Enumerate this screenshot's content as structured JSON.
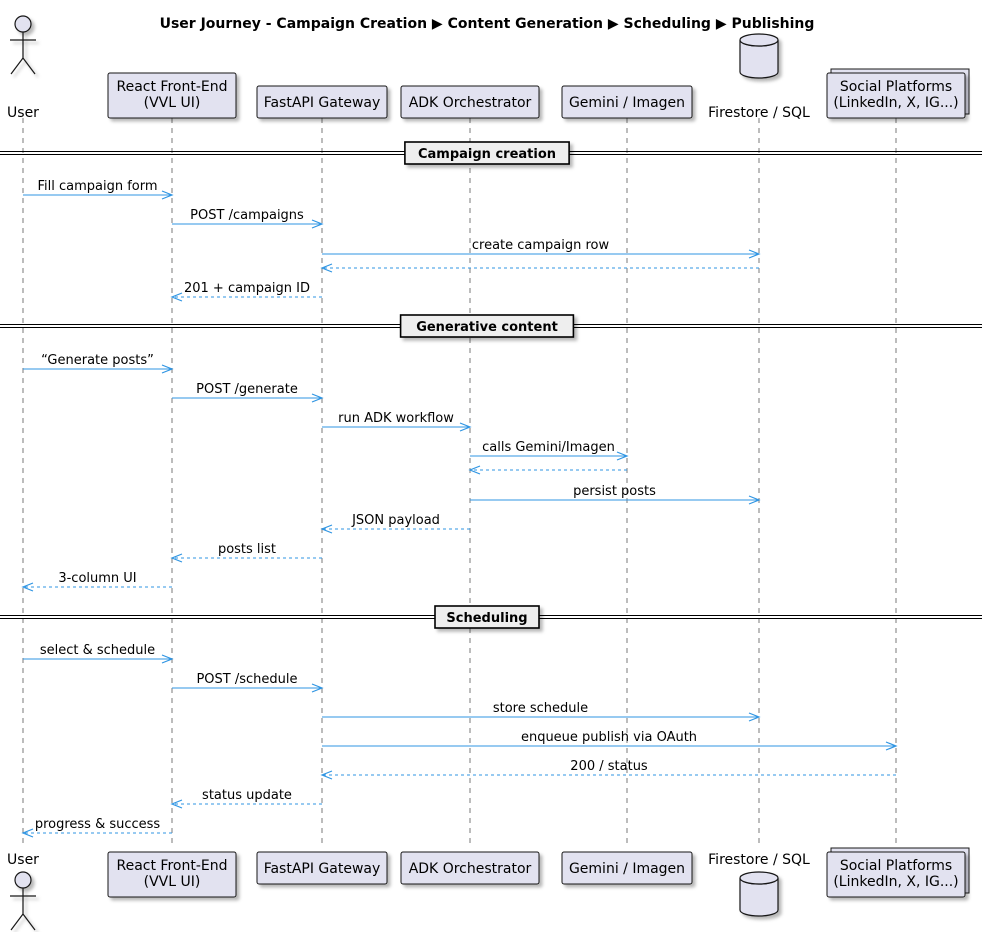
{
  "title": "User Journey - Campaign Creation ▶ Content Generation ▶ Scheduling ▶ Publishing",
  "participants": [
    {
      "id": "user",
      "kind": "actor",
      "label": [
        "User"
      ]
    },
    {
      "id": "react",
      "kind": "box",
      "label": [
        "React Front-End",
        "(VVL UI)"
      ]
    },
    {
      "id": "fastapi",
      "kind": "box",
      "label": [
        "FastAPI Gateway"
      ]
    },
    {
      "id": "adk",
      "kind": "box",
      "label": [
        "ADK Orchestrator"
      ]
    },
    {
      "id": "gemini",
      "kind": "box",
      "label": [
        "Gemini / Imagen"
      ]
    },
    {
      "id": "store",
      "kind": "database",
      "label": [
        "Firestore / SQL"
      ]
    },
    {
      "id": "social",
      "kind": "collections",
      "label": [
        "Social Platforms",
        "(LinkedIn, X, IG...)"
      ]
    }
  ],
  "sections": [
    {
      "title": "Campaign creation",
      "messages": [
        {
          "from": "user",
          "to": "react",
          "label": "Fill campaign form",
          "style": "solid"
        },
        {
          "from": "react",
          "to": "fastapi",
          "label": "POST /campaigns",
          "style": "solid"
        },
        {
          "from": "fastapi",
          "to": "store",
          "label": "create campaign row",
          "style": "solid"
        },
        {
          "from": "store",
          "to": "fastapi",
          "label": "",
          "style": "dashed"
        },
        {
          "from": "fastapi",
          "to": "react",
          "label": "201 + campaign ID",
          "style": "dashed"
        }
      ]
    },
    {
      "title": "Generative content",
      "messages": [
        {
          "from": "user",
          "to": "react",
          "label": "“Generate posts”",
          "style": "solid"
        },
        {
          "from": "react",
          "to": "fastapi",
          "label": "POST /generate",
          "style": "solid"
        },
        {
          "from": "fastapi",
          "to": "adk",
          "label": "run ADK workflow",
          "style": "solid"
        },
        {
          "from": "adk",
          "to": "gemini",
          "label": "calls Gemini/Imagen",
          "style": "solid"
        },
        {
          "from": "gemini",
          "to": "adk",
          "label": "",
          "style": "dashed"
        },
        {
          "from": "adk",
          "to": "store",
          "label": "persist posts",
          "style": "solid"
        },
        {
          "from": "adk",
          "to": "fastapi",
          "label": "JSON payload",
          "style": "dashed"
        },
        {
          "from": "fastapi",
          "to": "react",
          "label": "posts list",
          "style": "dashed"
        },
        {
          "from": "react",
          "to": "user",
          "label": "3-column UI",
          "style": "dashed"
        }
      ]
    },
    {
      "title": "Scheduling",
      "messages": [
        {
          "from": "user",
          "to": "react",
          "label": "select & schedule",
          "style": "solid"
        },
        {
          "from": "react",
          "to": "fastapi",
          "label": "POST /schedule",
          "style": "solid"
        },
        {
          "from": "fastapi",
          "to": "store",
          "label": "store schedule",
          "style": "solid"
        },
        {
          "from": "fastapi",
          "to": "social",
          "label": "enqueue publish via OAuth",
          "style": "solid"
        },
        {
          "from": "social",
          "to": "fastapi",
          "label": "200 / status",
          "style": "dashed"
        },
        {
          "from": "fastapi",
          "to": "react",
          "label": "status update",
          "style": "dashed"
        },
        {
          "from": "react",
          "to": "user",
          "label": "progress & success",
          "style": "dashed"
        }
      ]
    }
  ],
  "colors": {
    "arrow": "#2f95e3",
    "box_fill": "#e2e2f0",
    "box_stroke": "#181818",
    "lifeline": "#7a7a7a",
    "separator_fill": "#eeeeee"
  }
}
